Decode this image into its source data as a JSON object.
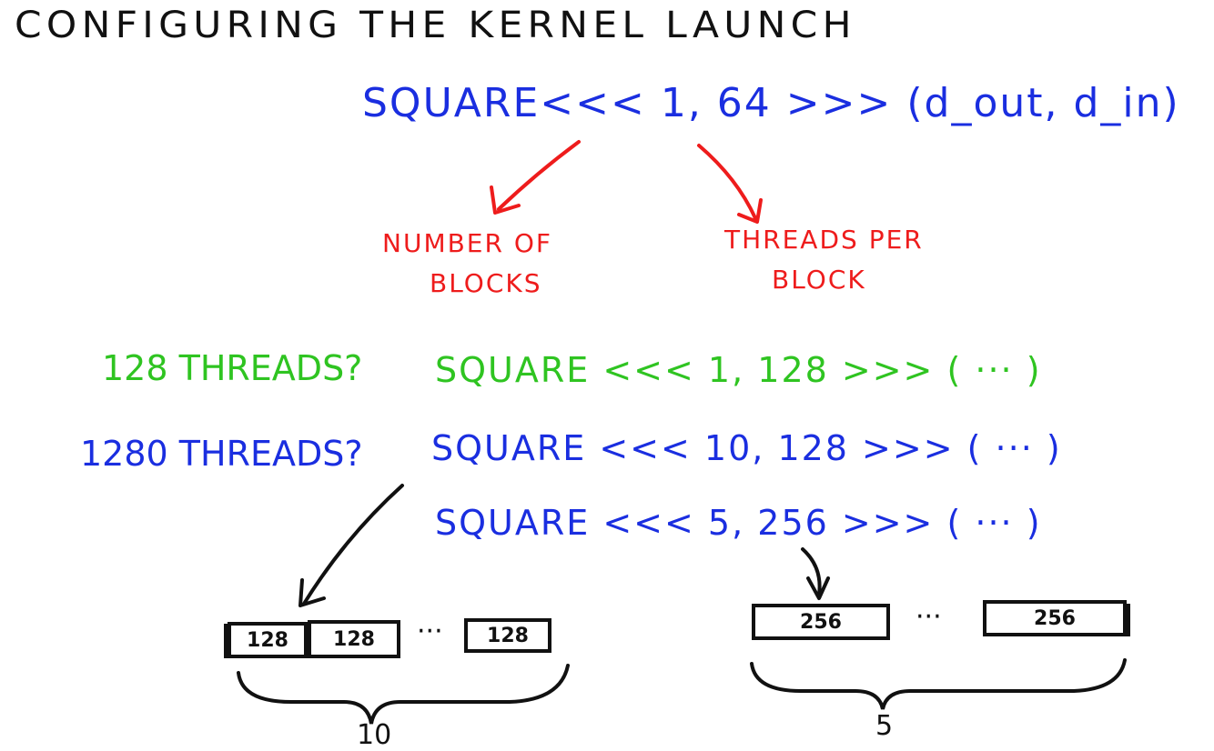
{
  "title": "CONFIGURING THE KERNEL LAUNCH",
  "kernel_call": "SQUARE<<< 1, 64 >>> (d_out, d_in)",
  "labels": {
    "blocks_line1": "NUMBER OF",
    "blocks_line2": "BLOCKS",
    "threads_line1": "THREADS PER",
    "threads_line2": "BLOCK"
  },
  "examples": {
    "q1": "128 THREADS?",
    "a1": "SQUARE <<< 1, 128 >>> ( ··· )",
    "q2": "1280 THREADS?",
    "a2": "SQUARE <<< 10, 128 >>> ( ··· )",
    "a3": "SQUARE <<< 5, 256 >>> ( ··· )"
  },
  "left_diagram": {
    "block_labels": [
      "128",
      "128",
      "128"
    ],
    "ellipsis": "···",
    "count": "10"
  },
  "right_diagram": {
    "block_labels": [
      "256",
      "256"
    ],
    "ellipsis": "···",
    "count": "5"
  },
  "colors": {
    "black": "#111111",
    "blue": "#1a2ee0",
    "red": "#ee1c1c",
    "green": "#2fc421"
  }
}
